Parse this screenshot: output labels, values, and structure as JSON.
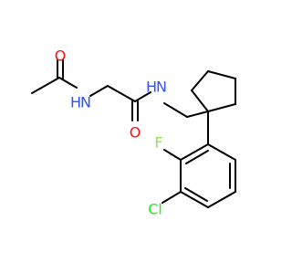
{
  "molecule": {
    "atoms": [
      {
        "id": "O1",
        "label": "O",
        "color": "#ff0d0d"
      },
      {
        "id": "NH1",
        "label": "H",
        "color": "#3050f8"
      },
      {
        "id": "N1",
        "label": "N",
        "color": "#3050f8"
      },
      {
        "id": "NH2",
        "label": "H",
        "color": "#3050f8"
      },
      {
        "id": "N2",
        "label": "N",
        "color": "#3050f8"
      },
      {
        "id": "O2",
        "label": "O",
        "color": "#ff0d0d"
      },
      {
        "id": "F",
        "label": "F",
        "color": "#90e050"
      },
      {
        "id": "Cl",
        "label": "Cl",
        "color": "#1ff01f"
      }
    ]
  }
}
